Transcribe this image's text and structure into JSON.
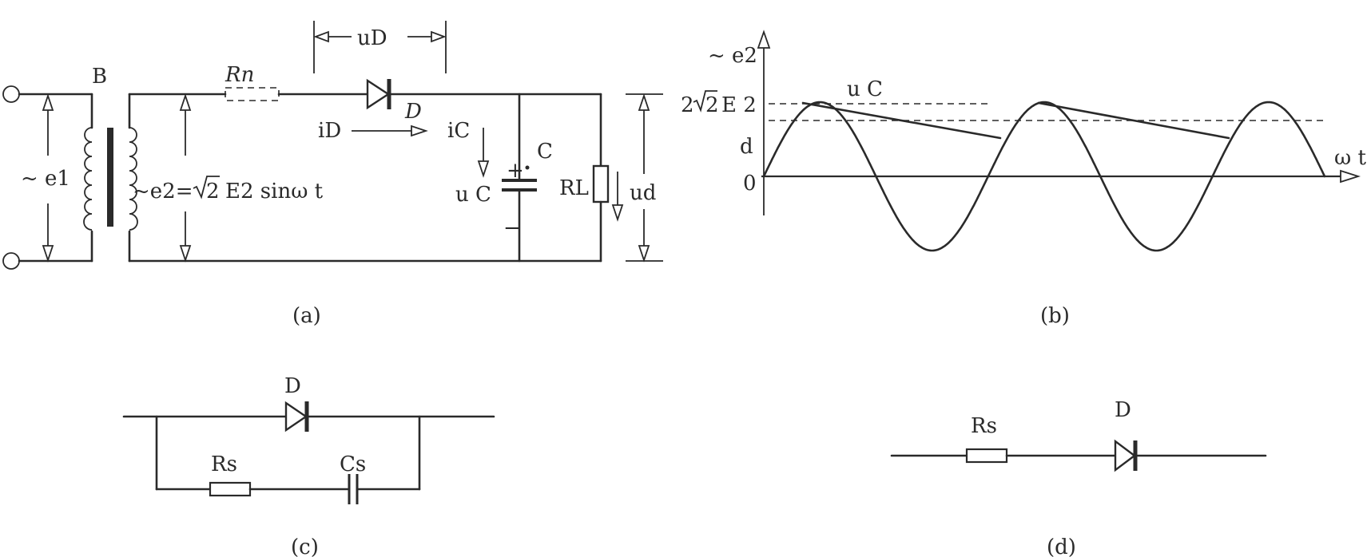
{
  "figure_a": {
    "caption": "(a)",
    "transformer_label": "B",
    "primary_label": "~ e1",
    "secondary_label": "~e2=",
    "secondary_formula_sqrt": "2",
    "secondary_formula_rest": "E2 sinω t",
    "rn_label": "Rn",
    "ud_diode_label": "uD",
    "diode_label": "D",
    "id_label": "iD",
    "ic_label": "iC",
    "capacitor_label": "C",
    "uc_label": "u C",
    "rl_label": "RL",
    "output_label": "ud",
    "plus_sign": "+",
    "minus_sign": "−"
  },
  "figure_b": {
    "caption": "(b)",
    "y_axis_label": "~ e2",
    "peak_label_prefix": "2",
    "peak_label_sqrt": "2",
    "peak_label_suffix": "E 2",
    "uc_label": "u C",
    "d_label": "d",
    "zero_label": "0",
    "x_axis_label": "ω t"
  },
  "figure_c": {
    "caption": "(c)",
    "diode_label": "D",
    "rs_label": "Rs",
    "cs_label": "Cs"
  },
  "figure_d": {
    "caption": "(d)",
    "rs_label": "Rs",
    "diode_label": "D"
  }
}
